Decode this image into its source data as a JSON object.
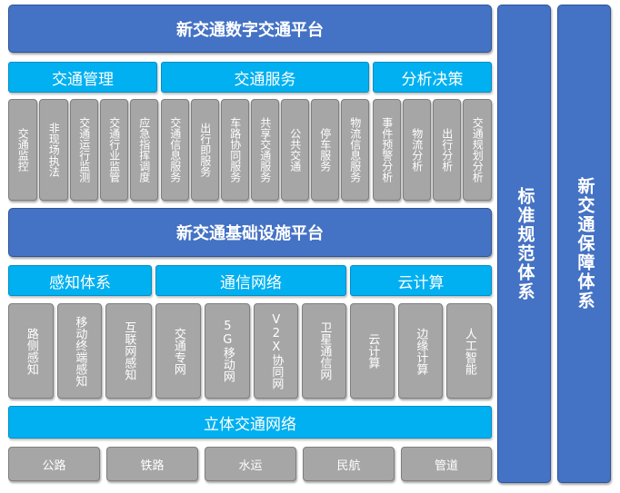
{
  "top_platform": "新交通数字交通平台",
  "application": {
    "categories": [
      "交通管理",
      "交通服务",
      "分析决策"
    ],
    "items": {
      "management": [
        "交通监控",
        "非现场执法",
        "交通运行监测",
        "交通行业监管",
        "应急指挥调度"
      ],
      "service": [
        "交通信息服务",
        "出行即服务",
        "车路协同服务",
        "共享交通服务",
        "公共交通",
        "停车服务",
        "物流信息服务"
      ],
      "analysis": [
        "事件预警分析",
        "物流分析",
        "出行分析",
        "交通规划分析"
      ]
    }
  },
  "infrastructure_platform": "新交通基础设施平台",
  "infrastructure": {
    "categories": [
      "感知体系",
      "通信网络",
      "云计算"
    ],
    "items": {
      "perception": [
        "路侧感知",
        "移动终端感知",
        "互联网感知"
      ],
      "communication": [
        "交通专网",
        "5G移动网",
        "V2X协同网",
        "卫星通信网"
      ],
      "cloud": [
        "云计算",
        "边缘计算",
        "人工智能"
      ]
    }
  },
  "network": {
    "title": "立体交通网络",
    "items": [
      "公路",
      "铁路",
      "水运",
      "民航",
      "管道"
    ]
  },
  "side_columns": [
    "标准规范体系",
    "新交通保障体系"
  ],
  "colors": {
    "dark_blue": "#4472c4",
    "cyan": "#00b0f0",
    "grey": "#a6a6a6"
  }
}
